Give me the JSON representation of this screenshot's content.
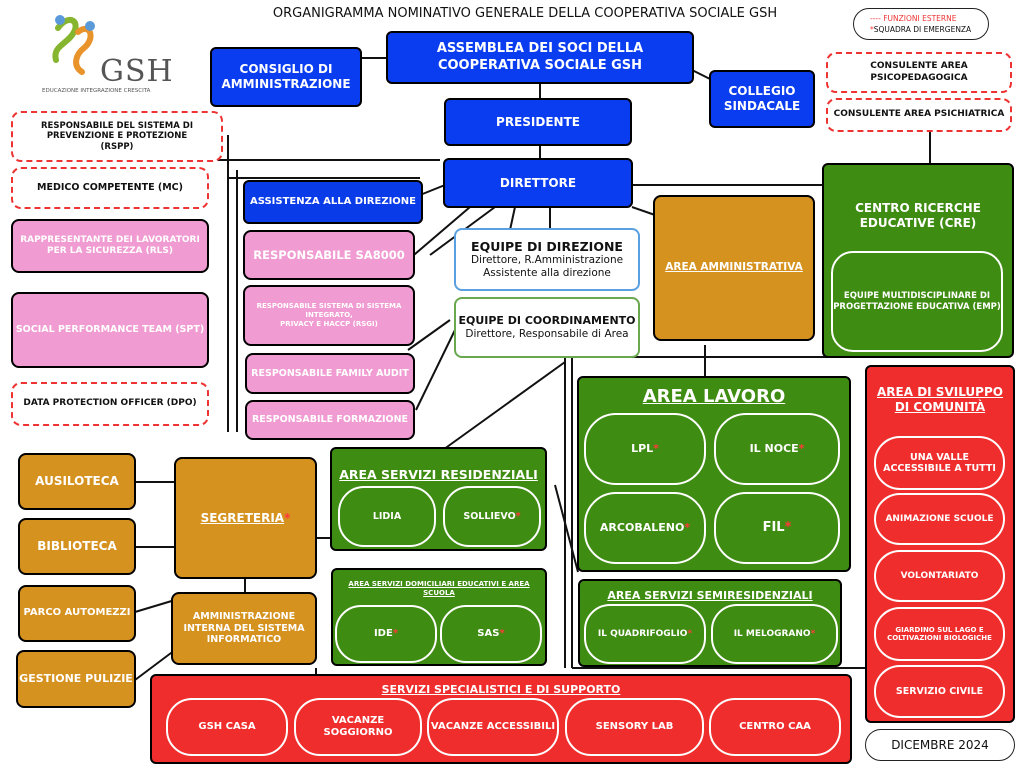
{
  "title": "ORGANIGRAMMA NOMINATIVO GENERALE DELLA COOPERATIVA SOCIALE GSH",
  "logo": {
    "brand": "GSH",
    "tagline": "EDUCAZIONE INTEGRAZIONE CRESCITA"
  },
  "legend": {
    "line1": "---- FUNZIONI ESTERNE",
    "star": "*",
    "line2": "SQUADRA DI EMERGENZA"
  },
  "governance": {
    "assemblea": "ASSEMBLEA DEI SOCI DELLA COOPERATIVA SOCIALE GSH",
    "consiglio": "CONSIGLIO DI AMMINISTRAZIONE",
    "collegio": "COLLEGIO SINDACALE",
    "presidente": "PRESIDENTE",
    "direttore": "DIRETTORE",
    "assistenza": "ASSISTENZA ALLA DIREZIONE"
  },
  "external": {
    "rspp": "RESPONSABILE DEL SISTEMA DI PREVENZIONE E PROTEZIONE (RSPP)",
    "mc": "MEDICO COMPETENTE (MC)",
    "dpo": "DATA PROTECTION OFFICER (DPO)",
    "psicoped": "CONSULENTE AREA PSICOPEDAGOGICA",
    "psichiatrica": "CONSULENTE AREA PSICHIATRICA"
  },
  "pink": {
    "rls": "RAPPRESENTANTE DEI LAVORATORI PER LA SICUREZZA (RLS)",
    "spt": "SOCIAL PERFORMANCE TEAM (SPT)",
    "sa8000": "RESPONSABILE SA8000",
    "rsgi_line1": "RESPONSABILE SISTEMA DI SISTEMA INTEGRATO,",
    "rsgi_line2": "PRIVACY E HACCP (RSGI)",
    "family": "RESPONSABILE FAMILY AUDIT",
    "formazione": "RESPONSABILE FORMAZIONE"
  },
  "equipe_direzione": {
    "title": "EQUIPE DI DIREZIONE",
    "line1": "Direttore, R.Amministrazione",
    "line2": "Assistente alla direzione"
  },
  "equipe_coordinamento": {
    "title": "EQUIPE DI COORDINAMENTO",
    "line1": "Direttore, Responsabile di Area"
  },
  "area_amministrativa": "AREA AMMINISTRATIVA",
  "cre": {
    "title": "CENTRO RICERCHE EDUCATIVE (CRE)",
    "emp": "EQUIPE MULTIDISCIPLINARE DI PROGETTAZIONE EDUCATIVA (EMP)"
  },
  "gold": {
    "ausiloteca": "AUSILOTECA",
    "biblioteca": "BIBLIOTECA",
    "parco": "PARCO AUTOMEZZI",
    "pulizie": "GESTIONE PULIZIE",
    "segreteria": "SEGRETERIA",
    "informatico": "AMMINISTRAZIONE INTERNA DEL SISTEMA INFORMATICO"
  },
  "residenziali": {
    "title": "AREA SERVIZI RESIDENZIALI",
    "items": [
      "LIDIA",
      "SOLLIEVO"
    ]
  },
  "domiciliari": {
    "title": "AREA SERVIZI DOMICILIARI EDUCATIVI E AREA SCUOLA",
    "items": [
      "IDE",
      "SAS"
    ]
  },
  "lavoro": {
    "title": "AREA LAVORO",
    "items": [
      "LPL",
      "IL NOCE",
      "ARCOBALENO",
      "FIL"
    ]
  },
  "semiresidenziali": {
    "title": "AREA SERVIZI SEMIRESIDENZIALI",
    "items": [
      "IL QUADRIFOGLIO",
      "IL MELOGRANO"
    ]
  },
  "sviluppo": {
    "title": "AREA DI SVILUPPO DI COMUNITÀ",
    "items": [
      "UNA VALLE ACCESSIBILE A TUTTI",
      "ANIMAZIONE SCUOLE",
      "VOLONTARIATO",
      "GIARDINO SUL LAGO E COLTIVAZIONI BIOLOGICHE",
      "SERVIZIO CIVILE"
    ]
  },
  "specialistici": {
    "title": "SERVIZI SPECIALISTICI E DI SUPPORTO",
    "items": [
      "GSH CASA",
      "VACANZE SOGGIORNO",
      "VACANZE ACCESSIBILI",
      "SENSORY LAB",
      "CENTRO CAA"
    ]
  },
  "date": "DICEMBRE 2024"
}
